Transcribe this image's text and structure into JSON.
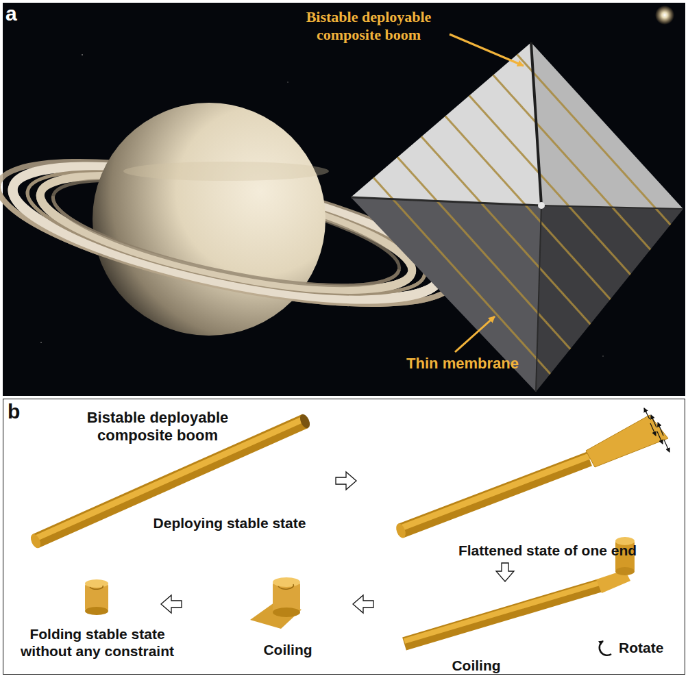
{
  "diagram": {
    "nodes": [
      {
        "text": [
          "a",
          "Bistable deployable composite boom",
          "Thin membrane"
        ]
      },
      {
        "text": [
          "b",
          "Bistable deployable composite boom",
          "Deploying stable state",
          "Flattened state of one end",
          "Rotate",
          "Coiling",
          "Coiling",
          "Folding stable state without any constraint"
        ]
      }
    ]
  }
}
